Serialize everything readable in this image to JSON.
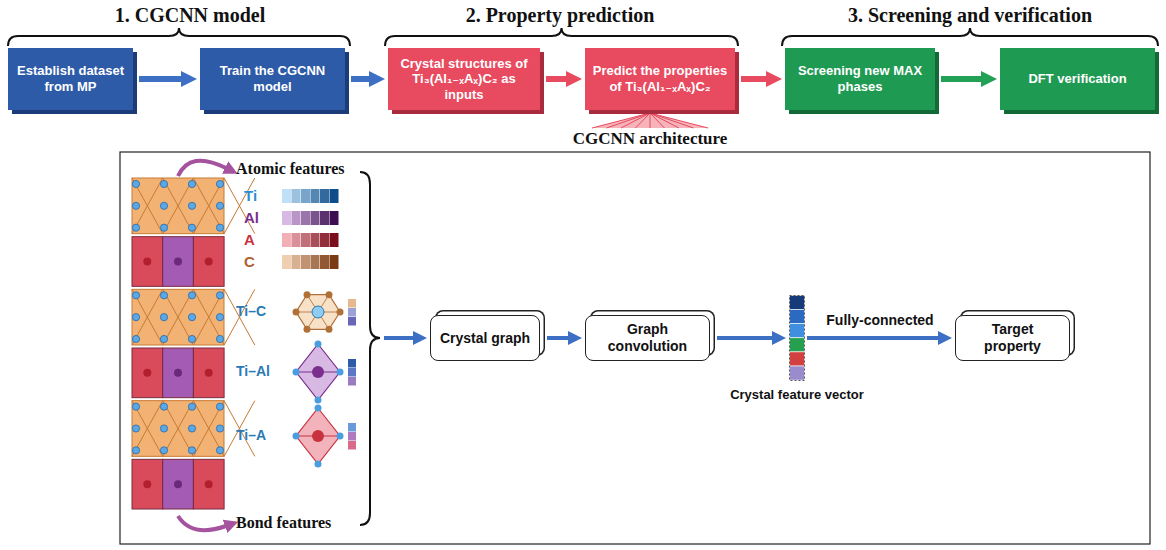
{
  "diagram": {
    "nodes": [
      {
        "text": [
          "Establish dataset from MP"
        ]
      },
      {
        "text": [
          "Train the CGCNN model"
        ]
      },
      {
        "text": [
          "Crystal structures of Ti₃(Al₁₋ₓAₓ)C₂ as inputs"
        ]
      },
      {
        "text": [
          "Predict the properties of Ti₃(Al₁₋ₓAₓ)C₂"
        ]
      },
      {
        "text": [
          "Screening new MAX phases"
        ]
      },
      {
        "text": [
          "DFT verification"
        ]
      },
      {
        "text": [
          "Crystal graph"
        ]
      },
      {
        "text": [
          "Graph convolution"
        ]
      },
      {
        "text": [
          "Crystal feature vector"
        ]
      },
      {
        "text": [
          "Target property"
        ]
      }
    ],
    "edges": [
      {
        "from": 0,
        "to": 1,
        "arrow": "to"
      },
      {
        "from": 1,
        "to": 2,
        "arrow": "to"
      },
      {
        "from": 2,
        "to": 3,
        "arrow": "to"
      },
      {
        "from": 3,
        "to": 4,
        "arrow": "to"
      },
      {
        "from": 4,
        "to": 5,
        "arrow": "to"
      },
      {
        "from": 6,
        "to": 7,
        "arrow": "to"
      },
      {
        "from": 7,
        "to": 8,
        "arrow": "to"
      },
      {
        "from": 8,
        "to": 9,
        "arrow": "to",
        "label": "Fully-connected"
      }
    ],
    "labels": [
      "1. CGCNN model",
      "2. Property prediction",
      "3. Screening and verification",
      "CGCNN architecture",
      "Atomic features",
      "Ti",
      "Al",
      "A",
      "C",
      "Ti–C",
      "Ti–Al",
      "Ti–A",
      "Bond features"
    ]
  }
}
